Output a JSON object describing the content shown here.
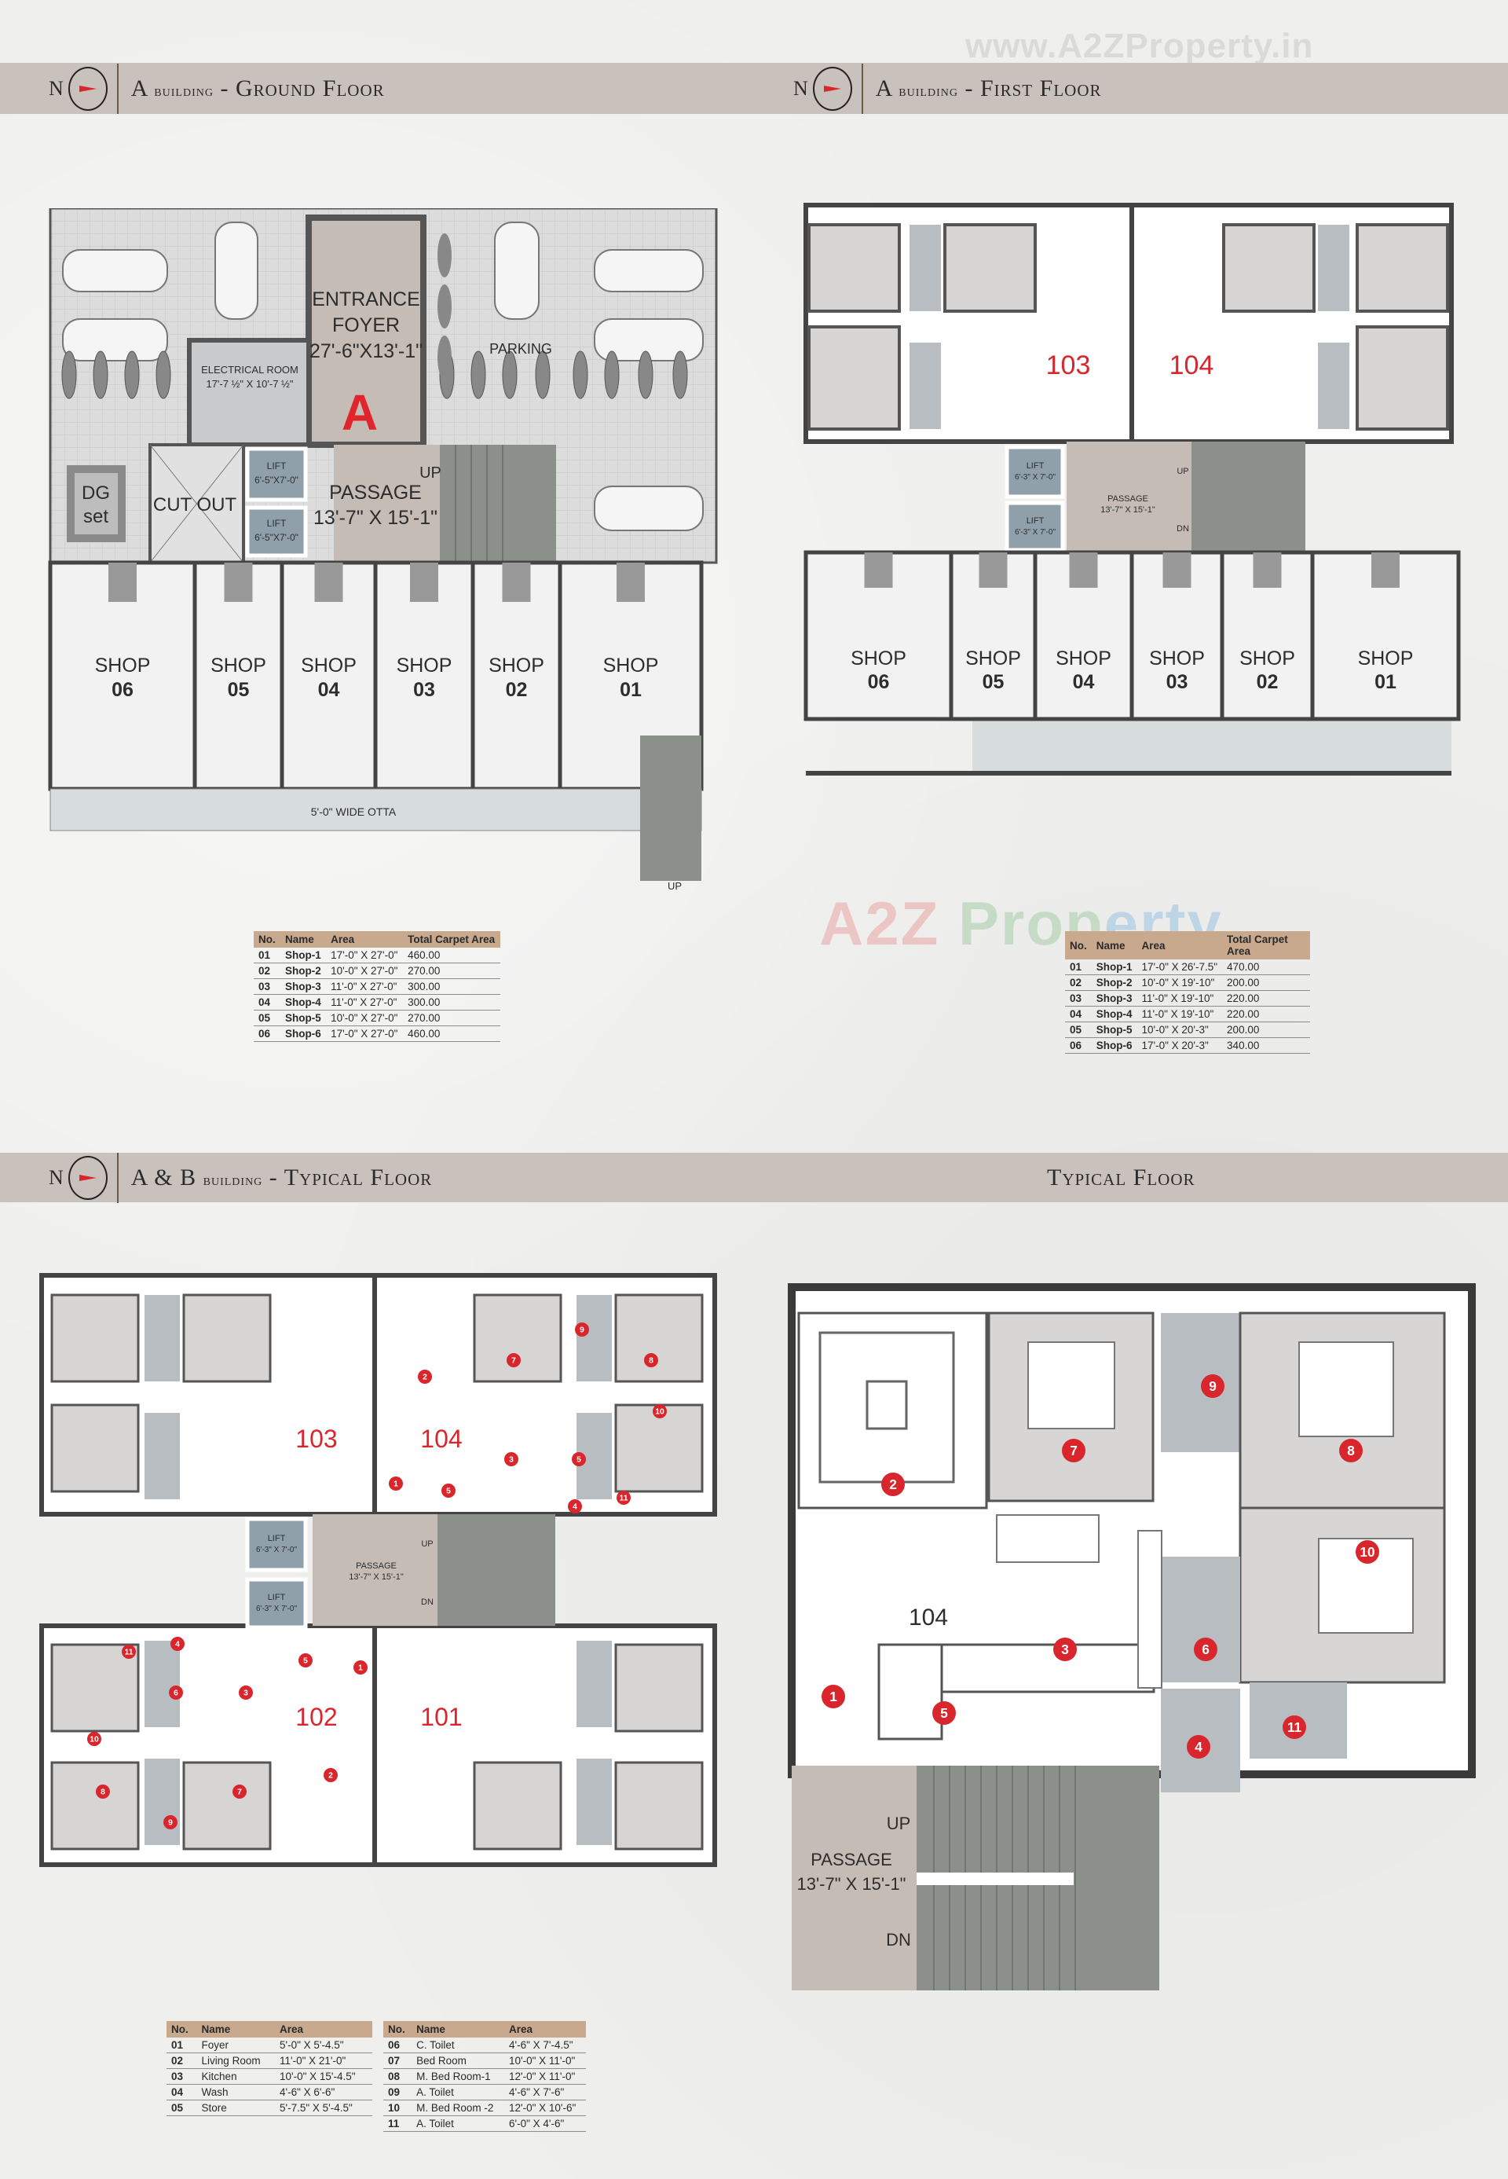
{
  "watermark": {
    "site": "www.A2ZProperty.in",
    "logo": [
      "A2Z",
      " Prop",
      "erty"
    ]
  },
  "compass_label": "N",
  "sections": {
    "ground": {
      "title_a": "A",
      "title_b": "building",
      "title_c": "- Ground Floor"
    },
    "first": {
      "title_a": "A",
      "title_b": "building",
      "title_c": "- First Floor"
    },
    "typical_ab": {
      "title_a": "A & B",
      "title_b": "building",
      "title_c": "- Typical Floor"
    },
    "typical": {
      "title": "Typical Floor"
    }
  },
  "ground_plan": {
    "foyer": [
      "ENTRANCE",
      "FOYER",
      "27'-6\"X13'-1\""
    ],
    "building_letter": "A",
    "brand_color": "#e0262c",
    "electrical": [
      "ELECTRICAL ROOM",
      "17'-7 ½\" X 10'-7 ½\""
    ],
    "parking": "PARKING",
    "dg": [
      "DG",
      "set"
    ],
    "cutout": "CUT OUT",
    "lift": [
      "LIFT",
      "6'-5\"X7'-0\""
    ],
    "passage": [
      "PASSAGE",
      "13'-7\" X 15'-1\""
    ],
    "up": "UP",
    "shops": [
      [
        "SHOP",
        "06"
      ],
      [
        "SHOP",
        "05"
      ],
      [
        "SHOP",
        "04"
      ],
      [
        "SHOP",
        "03"
      ],
      [
        "SHOP",
        "02"
      ],
      [
        "SHOP",
        "01"
      ]
    ],
    "otta": "5'-0\" WIDE OTTA",
    "exit_up": "UP"
  },
  "first_plan": {
    "flats": [
      "103",
      "104"
    ],
    "lift": [
      "LIFT",
      "6'-3\" X 7'-0\""
    ],
    "passage": [
      "PASSAGE",
      "13'-7\" X 15'-1\""
    ],
    "up": "UP",
    "dn": "DN",
    "shops": [
      [
        "SHOP",
        "06"
      ],
      [
        "SHOP",
        "05"
      ],
      [
        "SHOP",
        "04"
      ],
      [
        "SHOP",
        "03"
      ],
      [
        "SHOP",
        "02"
      ],
      [
        "SHOP",
        "01"
      ]
    ]
  },
  "ground_table": {
    "headers": [
      "No.",
      "Name",
      "Area",
      "Total Carpet Area"
    ],
    "rows": [
      [
        "01",
        "Shop-1",
        "17'-0\" X 27'-0\"",
        "460.00"
      ],
      [
        "02",
        "Shop-2",
        "10'-0\" X 27'-0\"",
        "270.00"
      ],
      [
        "03",
        "Shop-3",
        "11'-0\" X 27'-0\"",
        "300.00"
      ],
      [
        "04",
        "Shop-4",
        "11'-0\" X 27'-0\"",
        "300.00"
      ],
      [
        "05",
        "Shop-5",
        "10'-0\" X 27'-0\"",
        "270.00"
      ],
      [
        "06",
        "Shop-6",
        "17'-0\" X 27'-0\"",
        "460.00"
      ]
    ]
  },
  "first_table": {
    "headers": [
      "No.",
      "Name",
      "Area",
      "Total Carpet Area"
    ],
    "rows": [
      [
        "01",
        "Shop-1",
        "17'-0\" X 26'-7.5\"",
        "470.00"
      ],
      [
        "02",
        "Shop-2",
        "10'-0\" X 19'-10\"",
        "200.00"
      ],
      [
        "03",
        "Shop-3",
        "11'-0\" X 19'-10\"",
        "220.00"
      ],
      [
        "04",
        "Shop-4",
        "11'-0\" X 19'-10\"",
        "220.00"
      ],
      [
        "05",
        "Shop-5",
        "10'-0\" X 20'-3\"",
        "200.00"
      ],
      [
        "06",
        "Shop-6",
        "17'-0\" X 20'-3\"",
        "340.00"
      ]
    ]
  },
  "typical_plan": {
    "flats": [
      "103",
      "104",
      "102",
      "101"
    ],
    "lift": [
      "LIFT",
      "6'-3\" X 7'-0\""
    ],
    "passage": [
      "PASSAGE",
      "13'-7\" X 15'-1\""
    ],
    "up": "UP",
    "dn": "DN"
  },
  "detail_plan": {
    "flat": "104",
    "passage": [
      "PASSAGE",
      "13'-7\" X 15'-1\""
    ],
    "up": "UP",
    "dn": "DN"
  },
  "room_markers": [
    "1",
    "2",
    "3",
    "4",
    "5",
    "6",
    "7",
    "8",
    "9",
    "10",
    "11"
  ],
  "room_table_left": {
    "headers": [
      "No.",
      "Name",
      "Area"
    ],
    "rows": [
      [
        "01",
        "Foyer",
        "5'-0\" X 5'-4.5\""
      ],
      [
        "02",
        "Living Room",
        "11'-0\" X 21'-0\""
      ],
      [
        "03",
        "Kitchen",
        "10'-0\" X 15'-4.5\""
      ],
      [
        "04",
        "Wash",
        "4'-6\" X 6'-6\""
      ],
      [
        "05",
        "Store",
        "5'-7.5\" X 5'-4.5\""
      ]
    ]
  },
  "room_table_right": {
    "headers": [
      "No.",
      "Name",
      "Area"
    ],
    "rows": [
      [
        "06",
        "C. Toilet",
        "4'-6\" X 7'-4.5\""
      ],
      [
        "07",
        "Bed Room",
        "10'-0\" X 11'-0\""
      ],
      [
        "08",
        "M. Bed Room-1",
        "12'-0\" X 11'-0\""
      ],
      [
        "09",
        "A. Toilet",
        "4'-6\" X 7'-6\""
      ],
      [
        "10",
        "M. Bed Room -2",
        "12'-0\" X 10'-6\""
      ],
      [
        "11",
        "A. Toilet",
        "6'-0\" X 4'-6\""
      ]
    ]
  },
  "colors": {
    "header_band": "#c9c1bb",
    "table_header": "#c8a98e",
    "marker": "#d9262c",
    "foyer": "#c5bcb5",
    "stairs": "#8b918a",
    "toilet": "#b8bdc1",
    "lift": "#90a0ab"
  }
}
